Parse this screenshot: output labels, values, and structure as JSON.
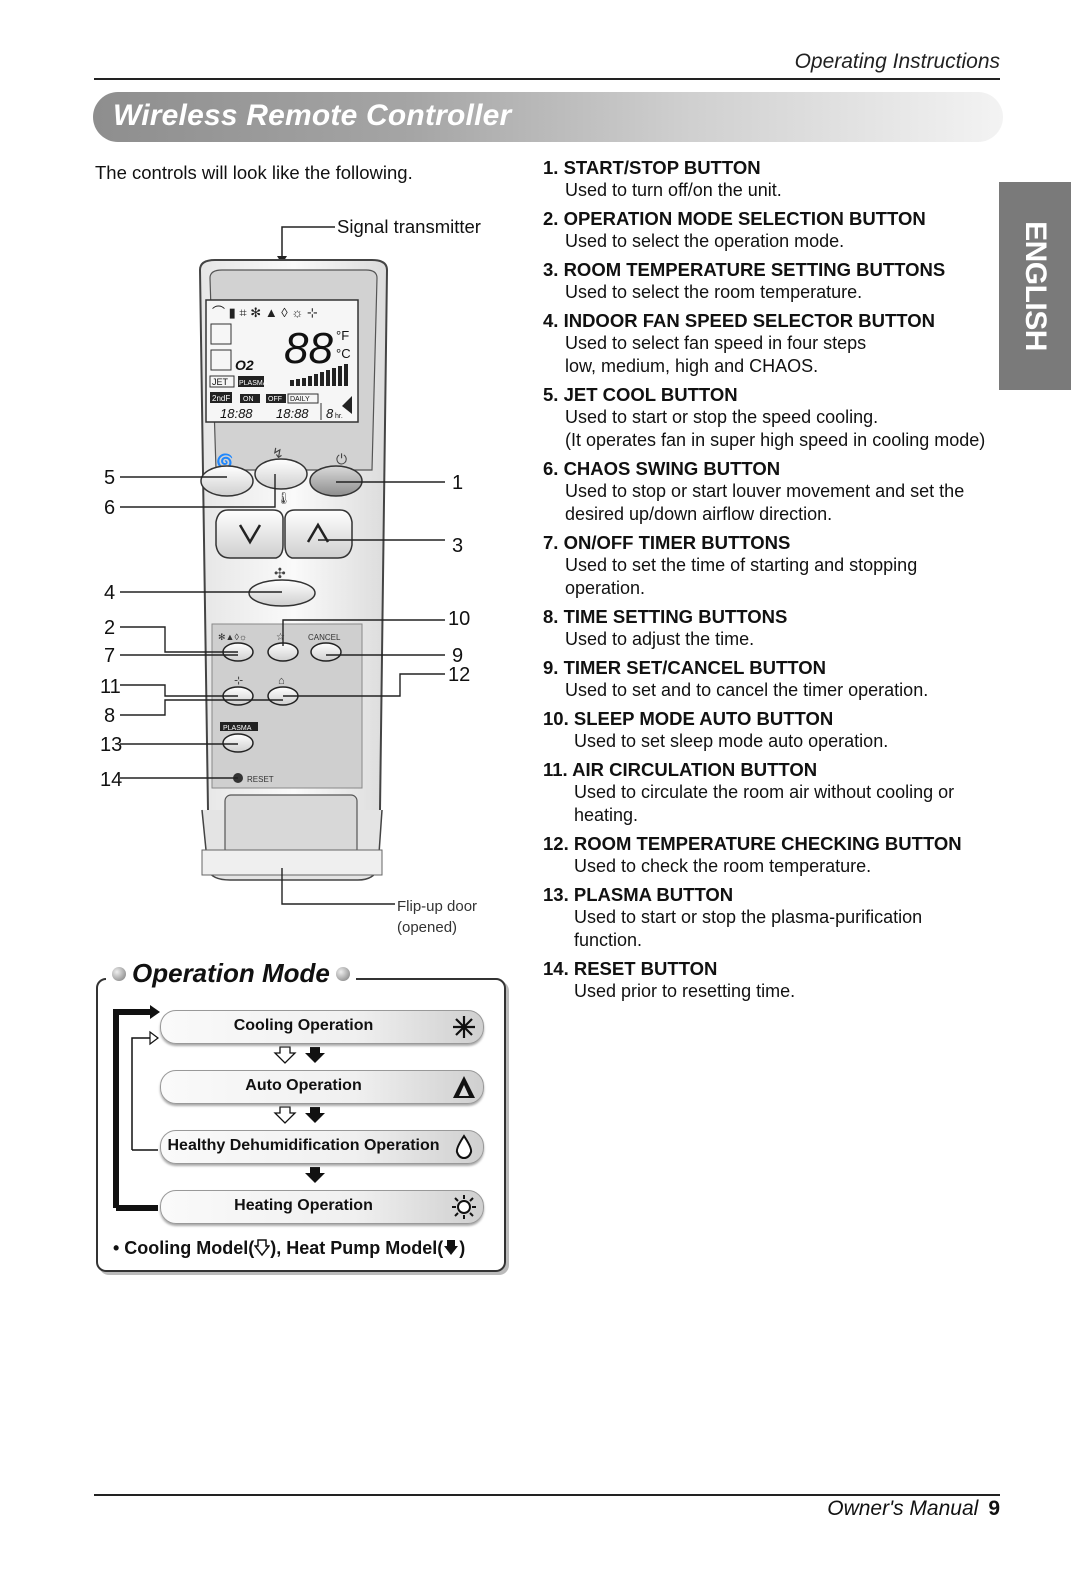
{
  "header": {
    "title": "Operating Instructions"
  },
  "section": {
    "title": "Wireless Remote Controller"
  },
  "intro": "The controls will look like the following.",
  "language_tab": "ENGLISH",
  "diagram": {
    "signal_label": "Signal transmitter",
    "flipup_line1": "Flip-up door",
    "flipup_line2": "(opened)",
    "display_text": {
      "temp": "88",
      "unit_f": "°F",
      "unit_c": "°C",
      "o2": "O2",
      "jet": "JET",
      "plasma": "PLASMA",
      "ndf": "2ndF",
      "on": "ON",
      "off": "OFF",
      "daily": "DAILY",
      "time": "18:88",
      "hr": "8",
      "hr_unit": "hr.",
      "cancel": "CANCEL",
      "plasma_btn": "PLASMA",
      "reset": "RESET"
    },
    "left_callouts": [
      "5",
      "6",
      "4",
      "2",
      "7",
      "11",
      "8",
      "13",
      "14"
    ],
    "right_callouts": [
      "1",
      "3",
      "10",
      "9",
      "12"
    ]
  },
  "buttons": [
    {
      "title": "1. START/STOP BUTTON",
      "desc": [
        "Used to turn off/on the unit."
      ]
    },
    {
      "title": "2. OPERATION MODE SELECTION BUTTON",
      "desc": [
        "Used to select the operation mode."
      ]
    },
    {
      "title": "3. ROOM TEMPERATURE SETTING BUTTONS",
      "desc": [
        "Used to select the room temperature."
      ]
    },
    {
      "title": "4. INDOOR FAN SPEED SELECTOR BUTTON",
      "desc": [
        "Used to select fan speed in four steps",
        "low, medium, high and CHAOS."
      ]
    },
    {
      "title": "5. JET COOL BUTTON",
      "desc": [
        "Used to start or stop the speed cooling.",
        "(It operates fan in super high speed in cooling mode)"
      ]
    },
    {
      "title": "6. CHAOS SWING BUTTON",
      "desc": [
        "Used to stop or start louver movement and set the",
        "desired up/down airflow direction."
      ]
    },
    {
      "title": "7. ON/OFF TIMER BUTTONS",
      "desc": [
        "Used to set the time of starting and stopping",
        "operation."
      ]
    },
    {
      "title": "8. TIME SETTING BUTTONS",
      "desc": [
        "Used to adjust the time."
      ]
    },
    {
      "title": "9. TIMER SET/CANCEL BUTTON",
      "desc": [
        "Used to set and to cancel the timer operation."
      ]
    },
    {
      "title": "10. SLEEP MODE AUTO BUTTON",
      "desc": [
        "Used to set sleep mode auto operation."
      ]
    },
    {
      "title": "11. AIR CIRCULATION BUTTON",
      "desc": [
        "Used to circulate the room air without cooling or",
        "heating."
      ]
    },
    {
      "title": "12. ROOM TEMPERATURE CHECKING BUTTON",
      "desc": [
        "Used to check the room temperature."
      ]
    },
    {
      "title": "13. PLASMA BUTTON",
      "desc": [
        "Used to start or stop the plasma-purification",
        "function."
      ]
    },
    {
      "title": "14. RESET BUTTON",
      "desc": [
        "Used prior to resetting time."
      ]
    }
  ],
  "operation_mode": {
    "title": "Operation Mode",
    "modes": [
      {
        "label": "Cooling Operation",
        "icon": "snowflake-icon"
      },
      {
        "label": "Auto Operation",
        "icon": "auto-icon"
      },
      {
        "label": "Healthy Dehumidification Operation",
        "icon": "droplet-icon"
      },
      {
        "label": "Heating Operation",
        "icon": "sun-icon"
      }
    ],
    "note_prefix": "• Cooling Model(",
    "note_mid": "), Heat Pump Model(",
    "note_suffix": ")"
  },
  "footer": {
    "label": "Owner's Manual",
    "page": "9"
  }
}
